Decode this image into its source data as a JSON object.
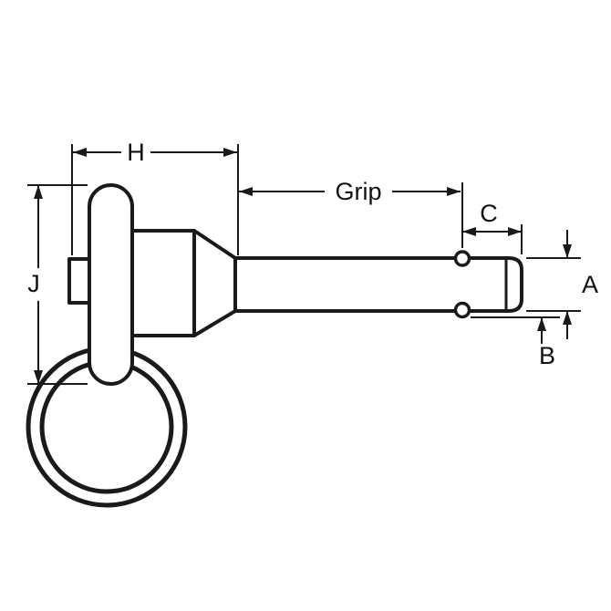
{
  "diagram": {
    "title": "ball-lock-pin-dimension-drawing",
    "background_color": "#ffffff",
    "line_color": "#1a1a1a",
    "dimensions": {
      "h": "H",
      "grip": "Grip",
      "c": "C",
      "a": "A",
      "b": "B",
      "j": "J"
    }
  }
}
